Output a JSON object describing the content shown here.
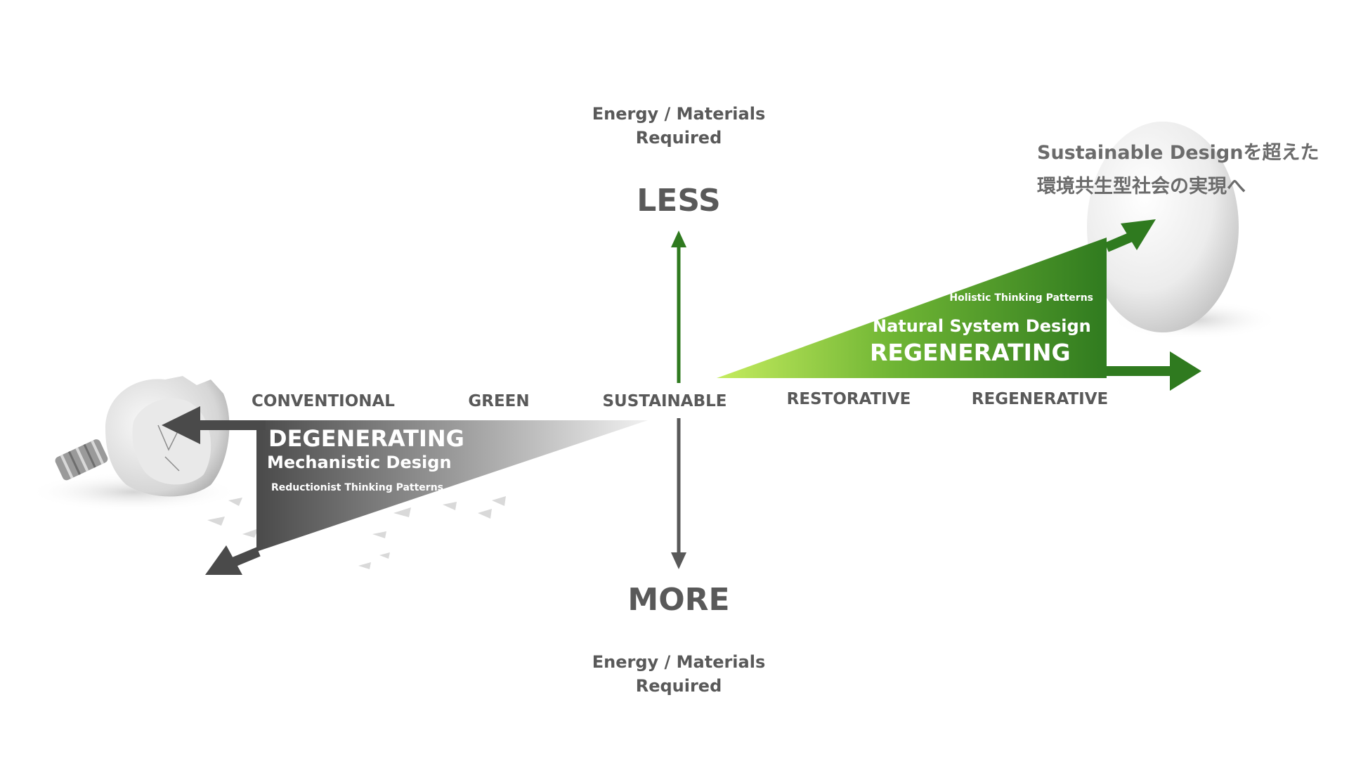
{
  "axis": {
    "top_caption_line1": "Energy / Materials",
    "top_caption_line2": "Required",
    "top_label": "LESS",
    "bottom_label": "MORE",
    "bottom_caption_line1": "Energy / Materials",
    "bottom_caption_line2": "Required"
  },
  "scale_labels": [
    "CONVENTIONAL",
    "GREEN",
    "SUSTAINABLE",
    "RESTORATIVE",
    "REGENERATIVE"
  ],
  "degenerating": {
    "title": "DEGENERATING",
    "subtitle": "Mechanistic Design",
    "caption": "Reductionist Thinking Patterns"
  },
  "regenerating": {
    "caption": "Holistic Thinking Patterns",
    "subtitle": "Natural System Design",
    "title": "REGENERATING"
  },
  "note": {
    "line1": "Sustainable Designを超えた",
    "line2": "環境共生型社会の実現へ"
  },
  "colors": {
    "dark_green": "#2f7a1f",
    "light_green": "#b8e05a",
    "dark_grey": "#4a4a4a",
    "text_grey": "#595959"
  },
  "images": {
    "left": "broken-lightbulb-eggshell",
    "right": "white-egg"
  }
}
